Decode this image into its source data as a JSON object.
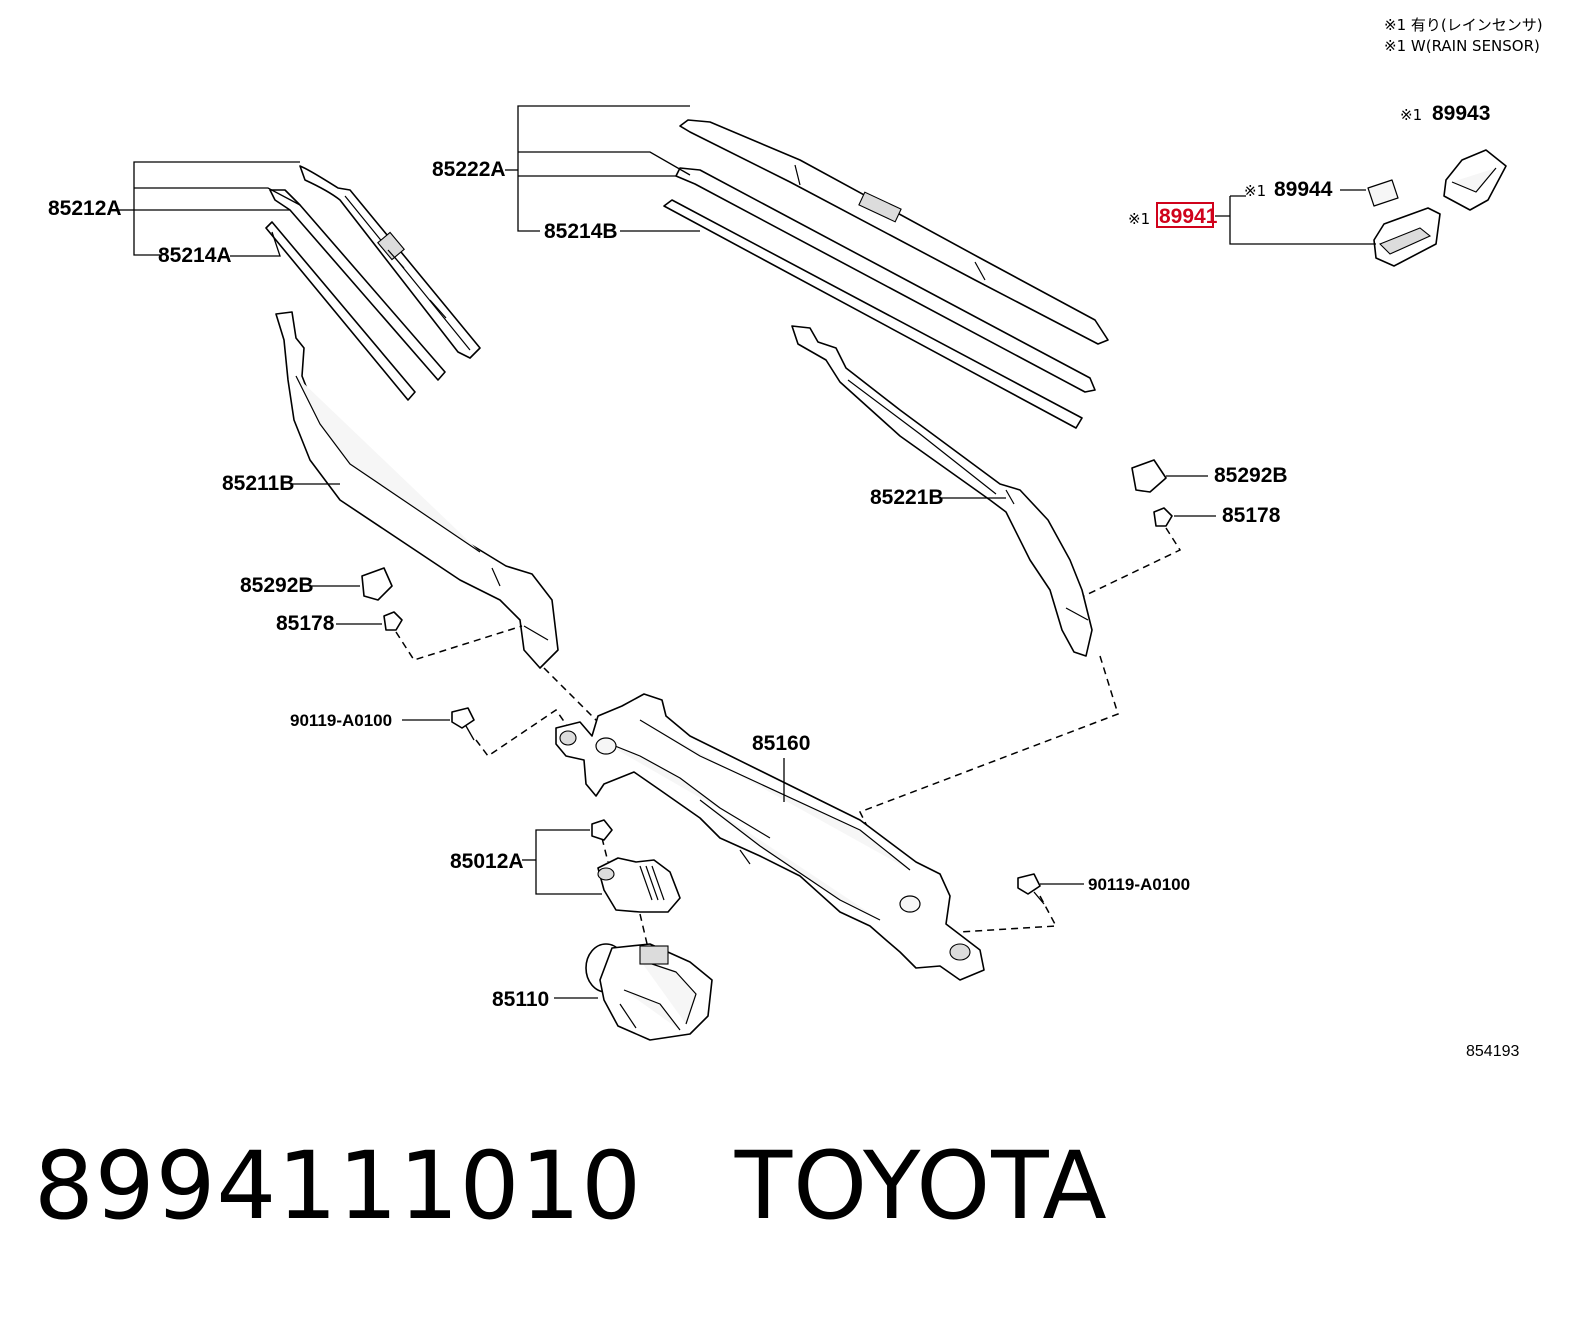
{
  "notes": {
    "line1": "※1 有り(レインセンサ)",
    "line2": "※1 W(RAIN SENSOR)"
  },
  "marks": {
    "m89943": "※1",
    "m89944": "※1",
    "m89941": "※1"
  },
  "labels": {
    "p85212A": "85212A",
    "p85214A": "85214A",
    "p85222A": "85222A",
    "p85214B": "85214B",
    "p89943": "89943",
    "p89944": "89944",
    "p89941": "89941",
    "p85211B": "85211B",
    "p85221B": "85221B",
    "p85292B_right": "85292B",
    "p85178_right": "85178",
    "p85292B_left": "85292B",
    "p85178_left": "85178",
    "p90119_left": "90119-A0100",
    "p85160": "85160",
    "p85012A": "85012A",
    "p90119_right": "90119-A0100",
    "p85110": "85110"
  },
  "diagram_ref": "854193",
  "highlight": {
    "part": "89941",
    "color": "#d0021b"
  },
  "caption": {
    "part_number": "8994111010",
    "brand": "TOYOTA"
  }
}
